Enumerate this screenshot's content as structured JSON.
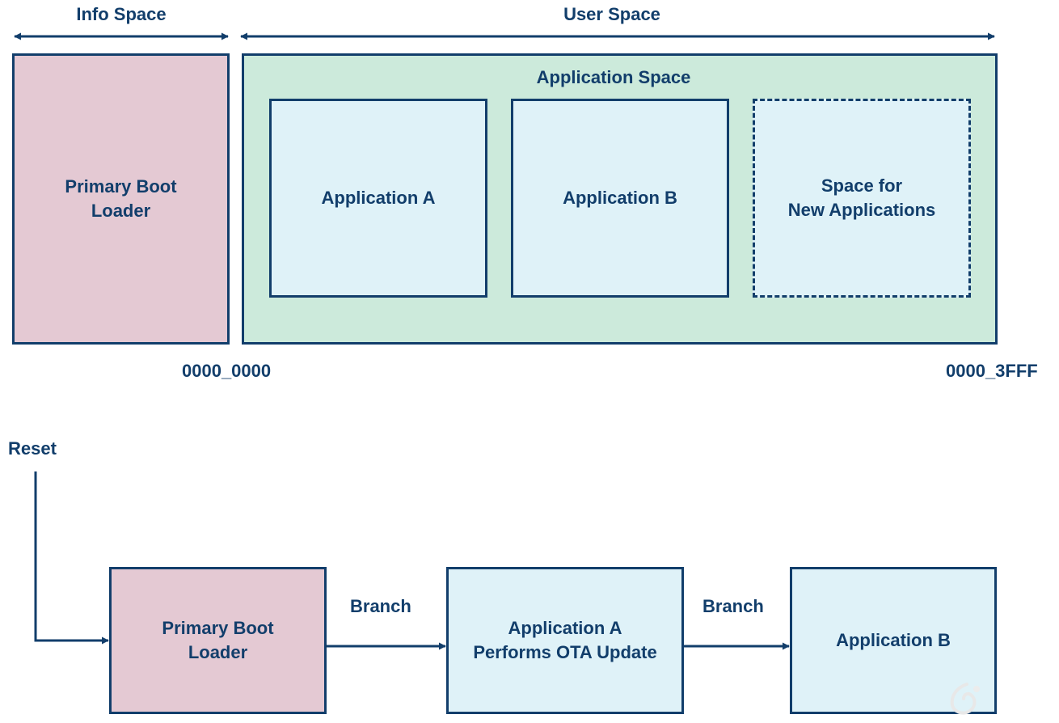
{
  "memory_map": {
    "info_space_label": "Info Space",
    "user_space_label": "User Space",
    "primary_boot_loader": "Primary Boot\nLoader",
    "application_space_label": "Application Space",
    "application_a": "Application A",
    "application_b": "Application B",
    "new_apps_space": "Space for\nNew Applications",
    "address_start": "0000_0000",
    "address_end": "0000_3FFF"
  },
  "boot_flow": {
    "reset_label": "Reset",
    "primary_boot_loader": "Primary Boot\nLoader",
    "branch_label_1": "Branch",
    "application_a_ota": "Application A\nPerforms OTA Update",
    "branch_label_2": "Branch",
    "application_b": "Application B"
  },
  "colors": {
    "outline": "#123e6b",
    "boot_loader_fill": "#e4c9d3",
    "application_space_fill": "#cceadb",
    "application_fill": "#dff2f8"
  }
}
